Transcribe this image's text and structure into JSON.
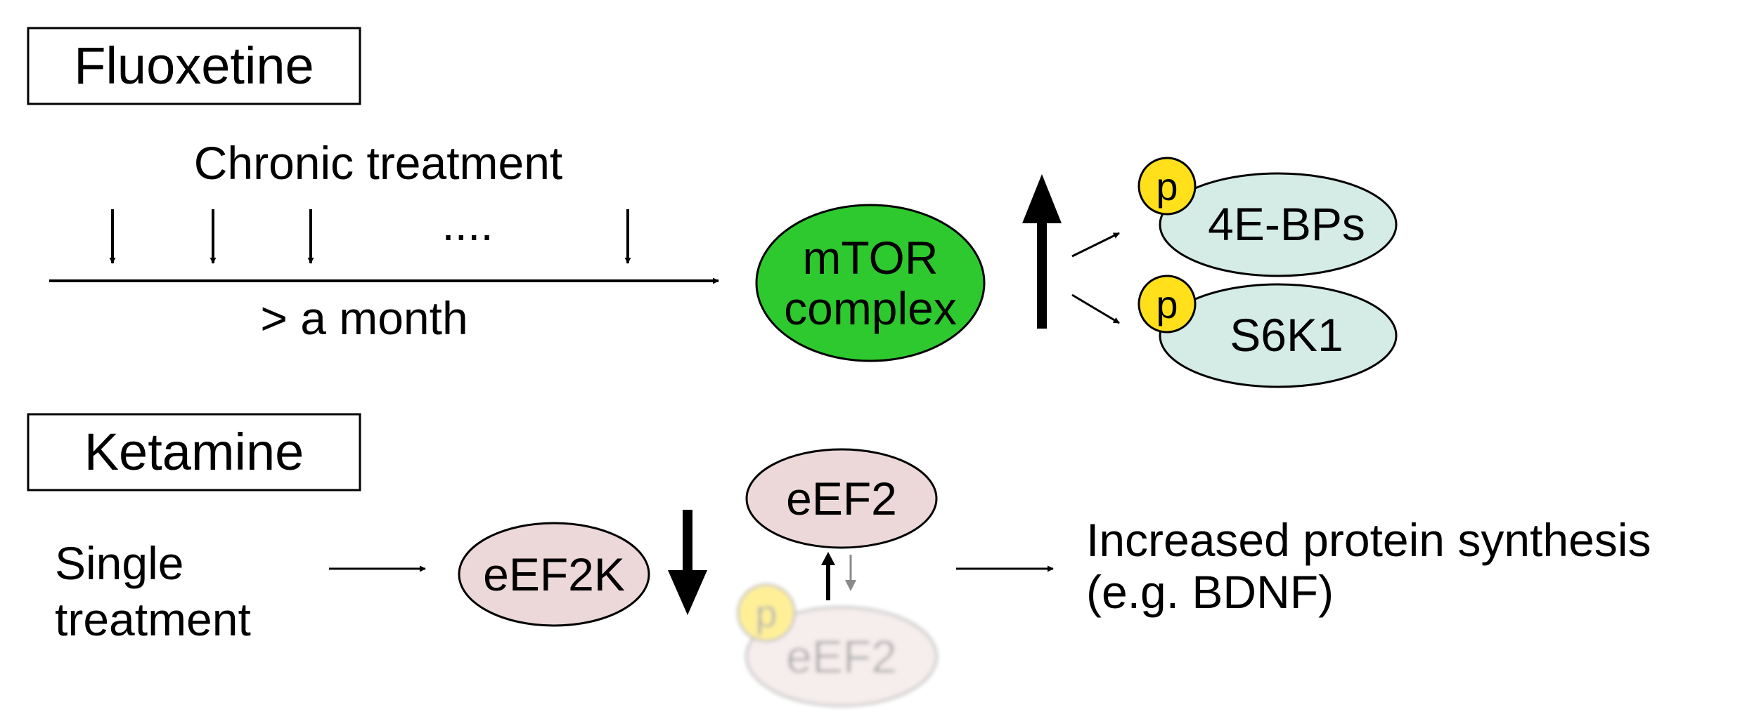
{
  "fluoxetine": {
    "label": "Fluoxetine",
    "chronic_treatment": "Chronic treatment",
    "dots": "....",
    "duration": "> a month",
    "mtor_line1": "mTOR",
    "mtor_line2": "complex",
    "targets": [
      {
        "label": "4E-BPs",
        "phospho": "p"
      },
      {
        "label": "S6K1",
        "phospho": "p"
      }
    ]
  },
  "ketamine": {
    "label": "Ketamine",
    "single_line1": "Single",
    "single_line2": "treatment",
    "eef2k": "eEF2K",
    "eef2_top": "eEF2",
    "eef2_phospho": "eEF2",
    "phospho": "p",
    "result_line1": "Increased protein synthesis",
    "result_line2": "(e.g. BDNF)"
  },
  "colors": {
    "mtor_fill": "#2ec92e",
    "target_fill": "#d4ebe6",
    "ketamine_node_fill": "#ecd8d8",
    "phospho_fill": "#ffe01a",
    "faded_text": "#9a9a9a"
  }
}
